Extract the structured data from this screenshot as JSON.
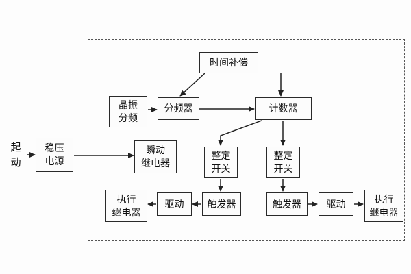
{
  "diagram": {
    "start": {
      "line1": "起",
      "line2": "动"
    },
    "blocks": {
      "regulated_power": {
        "line1": "稳压",
        "line2": "电源"
      },
      "instant_relay": {
        "line1": "瞬动",
        "line2": "继电器"
      },
      "time_compensation": {
        "label": "时间补偿"
      },
      "crystal_divider": {
        "line1": "晶振",
        "line2": "分频"
      },
      "frequency_divider": {
        "label": "分频器"
      },
      "counter": {
        "label": "计数器"
      },
      "setting_switch_left": {
        "line1": "整定",
        "line2": "开关"
      },
      "setting_switch_right": {
        "line1": "整定",
        "line2": "开关"
      },
      "trigger_left": {
        "label": "触发器"
      },
      "trigger_right": {
        "label": "触发器"
      },
      "drive_left": {
        "label": "驱动"
      },
      "drive_right": {
        "label": "驱动"
      },
      "exec_relay_left": {
        "line1": "执行",
        "line2": "继电器"
      },
      "exec_relay_right": {
        "line1": "执行",
        "line2": "继电器"
      }
    },
    "colors": {
      "line": "#222222",
      "box_border": "#2a2a2a",
      "box_fill": "#fcfcfc",
      "background": "#fdfdfd",
      "text": "#111111",
      "dashed_frame": "#555555"
    }
  }
}
